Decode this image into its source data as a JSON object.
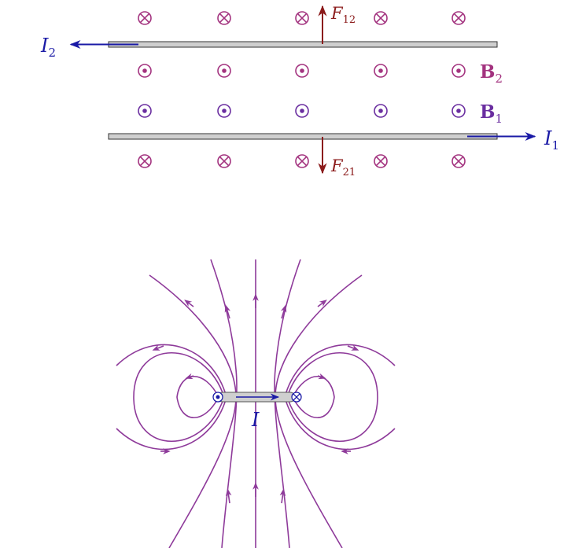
{
  "top_diagram": {
    "wire2_current": {
      "symbol": "I",
      "sub": "2"
    },
    "wire1_current": {
      "symbol": "I",
      "sub": "1"
    },
    "force_12": {
      "symbol": "F",
      "sub": "12"
    },
    "force_21": {
      "symbol": "F",
      "sub": "21"
    },
    "field_2": {
      "symbol": "B",
      "sub": "2"
    },
    "field_1": {
      "symbol": "B",
      "sub": "1"
    }
  },
  "bottom_diagram": {
    "current_label": "I"
  },
  "colors": {
    "current_blue": "#1a1aa6",
    "force_red": "#8b1a1a",
    "field_magenta": "#a3337f",
    "field_purple": "#6a2ea0",
    "field_line": "#8e3a9a",
    "wire_fill": "#cfcfcf",
    "wire_edge": "#333333"
  },
  "icons": {
    "into_page": "circle-cross-icon",
    "out_of_page": "circle-dot-icon"
  }
}
